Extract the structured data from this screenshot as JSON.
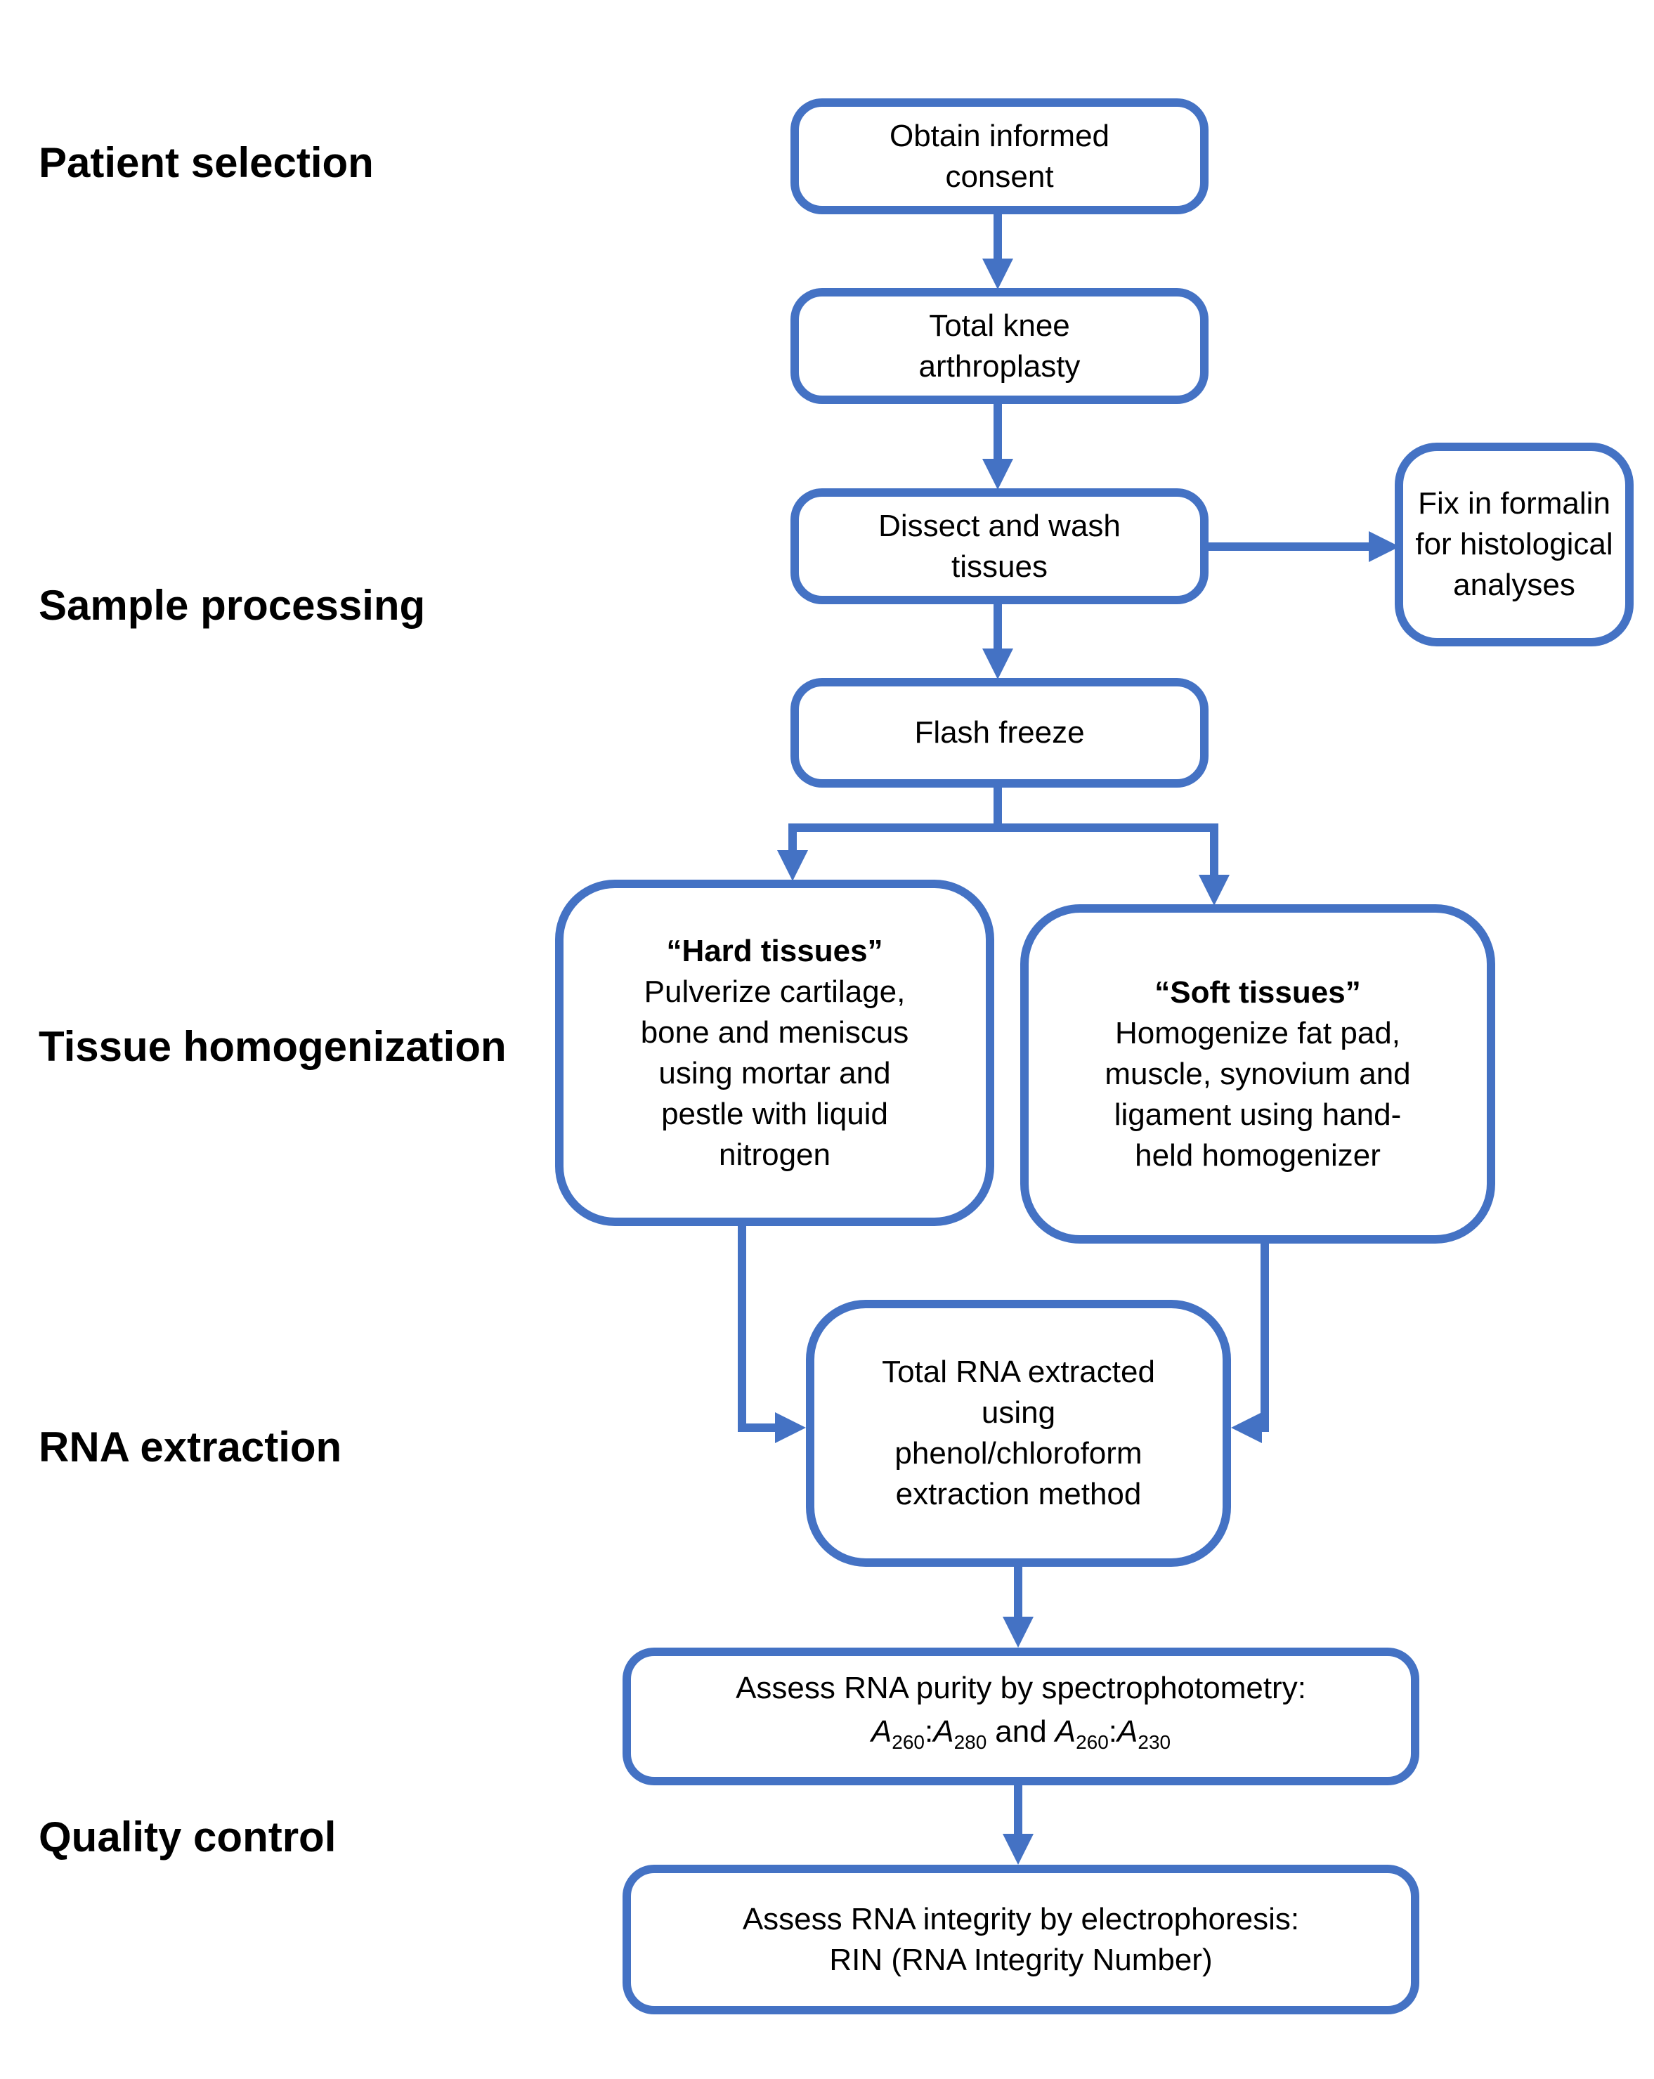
{
  "colors": {
    "accent": "#4472C4",
    "text": "#000000",
    "background": "#FFFFFF"
  },
  "stages": [
    {
      "label": "Patient selection"
    },
    {
      "label": "Sample processing"
    },
    {
      "label": "Tissue homogenization"
    },
    {
      "label": "RNA extraction"
    },
    {
      "label": "Quality control"
    }
  ],
  "flow": {
    "consent": {
      "lines": [
        "Obtain informed",
        "consent"
      ]
    },
    "arthroplasty": {
      "lines": [
        "Total knee",
        "arthroplasty"
      ]
    },
    "dissect": {
      "lines": [
        "Dissect and wash",
        "tissues"
      ]
    },
    "formalin": {
      "lines": [
        "Fix in formalin",
        "for histological",
        "analyses"
      ]
    },
    "flash_freeze": {
      "lines": [
        "Flash freeze"
      ]
    },
    "hard_tissues": {
      "title": "“Hard tissues”",
      "lines": [
        "Pulverize cartilage,",
        "bone and meniscus",
        "using mortar and",
        "pestle with liquid",
        "nitrogen"
      ]
    },
    "soft_tissues": {
      "title": "“Soft tissues”",
      "lines": [
        "Homogenize fat pad,",
        "muscle, synovium and",
        "ligament using hand-",
        "held homogenizer"
      ]
    },
    "rna_extraction": {
      "lines": [
        "Total RNA extracted",
        "using",
        "phenol/chloroform",
        "extraction method"
      ]
    },
    "purity": {
      "line1": "Assess RNA purity by spectrophotometry:",
      "a1": "A",
      "a1_sub": "260",
      "colon1": ":",
      "a2": "A",
      "a2_sub": "280",
      "conj": "and",
      "a3": "A",
      "a3_sub": "260",
      "colon2": ":",
      "a4": "A",
      "a4_sub": "230"
    },
    "integrity": {
      "lines": [
        "Assess RNA integrity by electrophoresis:",
        "RIN (RNA Integrity Number)"
      ]
    }
  }
}
